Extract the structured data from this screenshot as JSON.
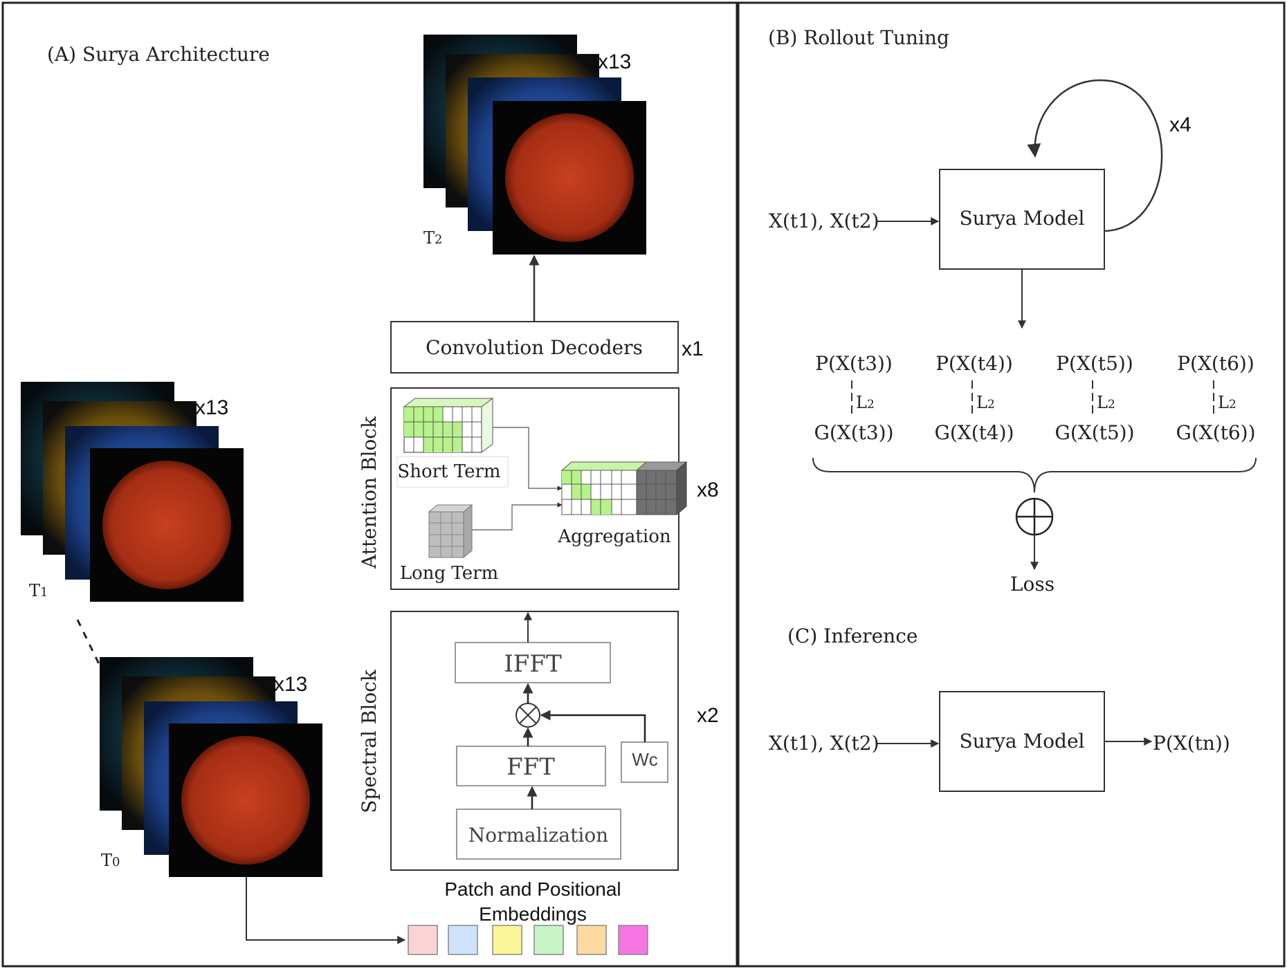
{
  "panel_a": {
    "title": "(A) Surya Architecture",
    "stacks": {
      "t1": {
        "label": "T",
        "sub": "1",
        "count": "x13"
      },
      "t0": {
        "label": "T",
        "sub": "0",
        "count": "x13"
      },
      "t2": {
        "label": "T",
        "sub": "2",
        "count": "x13"
      }
    },
    "decoder": {
      "label": "Convolution Decoders",
      "repeat": "x1"
    },
    "attention": {
      "side_label": "Attention Block",
      "short_term": "Short Term",
      "long_term": "Long Term",
      "aggregation": "Aggregation",
      "repeat": "x8"
    },
    "spectral": {
      "side_label": "Spectral  Block",
      "ifft": "IFFT",
      "fft": "FFT",
      "wc": "Wc",
      "normalization": "Normalization",
      "repeat": "x2"
    },
    "embeddings": {
      "label_line1": "Patch and Positional",
      "label_line2": "Embeddings",
      "colors": [
        "#fbd3d6",
        "#cfe2fb",
        "#fbf59a",
        "#c8f4c6",
        "#fcd9a0",
        "#f676e3"
      ]
    }
  },
  "panel_b": {
    "title": "(B) Rollout Tuning",
    "input": "X(t1), X(t2)",
    "model": "Surya Model",
    "loop_count": "x4",
    "predictions": [
      "P(X(t3))",
      "P(X(t4))",
      "P(X(t5))",
      "P(X(t6))"
    ],
    "ground_truth": [
      "G(X(t3))",
      "G(X(t4))",
      "G(X(t5))",
      "G(X(t6))"
    ],
    "loss_symbol": "L",
    "loss_sub": "2",
    "loss_label": "Loss"
  },
  "panel_c": {
    "title": "(C) Inference",
    "input": "X(t1), X(t2)",
    "model": "Surya Model",
    "output": "P(X(tn))"
  },
  "colors": {
    "sun": "#b4331a",
    "short_term_green": "#b8f28c",
    "long_term_gray": "#bdbdbd",
    "aggregation_dark": "#707070"
  }
}
